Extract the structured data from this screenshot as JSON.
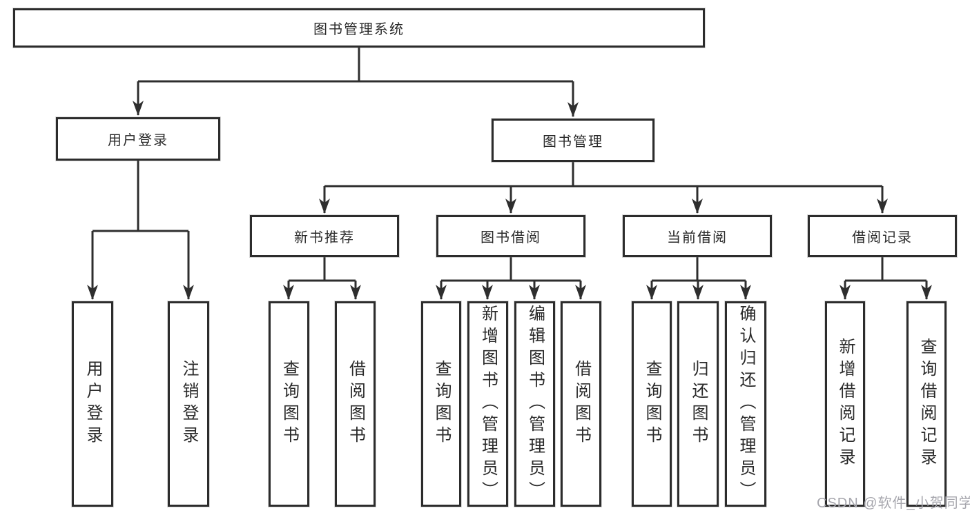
{
  "diagram": {
    "root": {
      "label": "图书管理系统"
    },
    "branches": [
      {
        "label": "用户登录",
        "leaves": [
          {
            "label": "用户登录"
          },
          {
            "label": "注销登录"
          }
        ]
      },
      {
        "label": "图书管理",
        "sections": [
          {
            "label": "新书推荐",
            "leaves": [
              {
                "label": "查询图书"
              },
              {
                "label": "借阅图书"
              }
            ]
          },
          {
            "label": "图书借阅",
            "leaves": [
              {
                "label": "查询图书"
              },
              {
                "label": "新增图书（管理员）"
              },
              {
                "label": "编辑图书（管理员）"
              },
              {
                "label": "借阅图书"
              }
            ]
          },
          {
            "label": "当前借阅",
            "leaves": [
              {
                "label": "查询图书"
              },
              {
                "label": "归还图书"
              },
              {
                "label": "确认归还（管理员）"
              }
            ]
          },
          {
            "label": "借阅记录",
            "leaves": [
              {
                "label": "新增借阅记录"
              },
              {
                "label": "查询借阅记录"
              }
            ]
          }
        ]
      }
    ]
  },
  "watermark": {
    "text": "CSDN @软件_小贺同学"
  },
  "colors": {
    "line": "#2e2e2e",
    "border": "#2c2c2c",
    "text": "#2a2a2a",
    "watermark": "#a6a6ad",
    "background": "#ffffff"
  }
}
